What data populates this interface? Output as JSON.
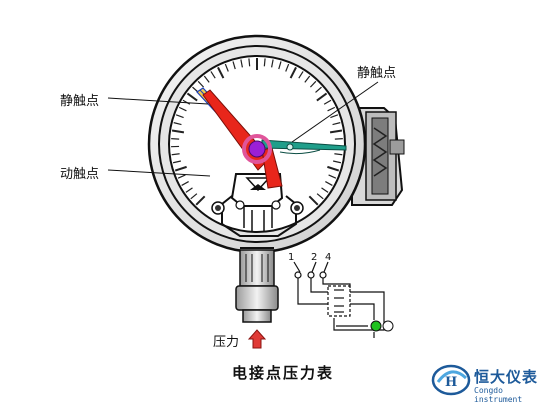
{
  "labels": {
    "static_contact_left": "静触点",
    "static_contact_right": "静触点",
    "moving_contact": "动触点",
    "pressure": "压力",
    "terminal_1": "1",
    "terminal_2": "2",
    "terminal_4": "4"
  },
  "caption": "电接点压力表",
  "logo": {
    "name": "恒大仪表",
    "sub": "Congdo instrument"
  },
  "colors": {
    "moving_pointer": "#e8261b",
    "static_pointer_right": "#1f9e8a",
    "hub": "#9b1fd6",
    "hub_ring": "#e0559a",
    "arrow": "#e03a36",
    "lamp_green": "#1fc21f",
    "logo_blue": "#1d5a9a"
  }
}
